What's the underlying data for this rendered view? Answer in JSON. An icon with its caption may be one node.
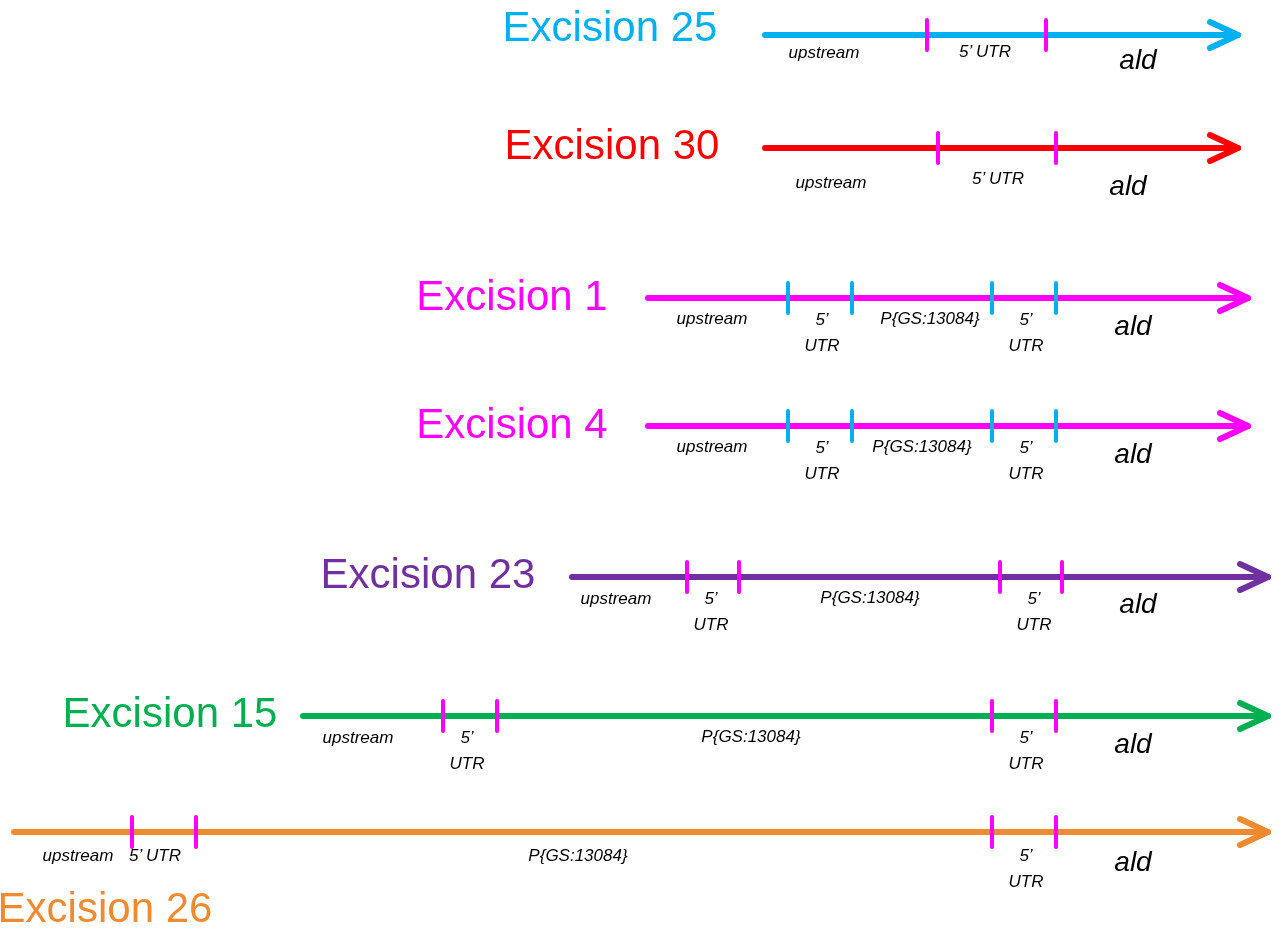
{
  "diagram": {
    "labels": [
      "Excision 25",
      "upstream",
      "5’ UTR",
      "ald",
      "Excision 30",
      "upstream",
      "5’ UTR",
      "ald",
      "Excision 1",
      "upstream",
      "5’ UTR",
      "P{GS:13084}",
      "5’ UTR",
      "ald",
      "Excision 4",
      "upstream",
      "5’ UTR",
      "P{GS:13084}",
      "5’ UTR",
      "ald",
      "Excision 23",
      "upstream",
      "5’ UTR",
      "P{GS:13084}",
      "5’ UTR",
      "ald",
      "Excision 15",
      "upstream",
      "5’ UTR",
      "P{GS:13084}",
      "5’ UTR",
      "ald",
      "upstream",
      "5’ UTR",
      "P{GS:13084}",
      "5’ UTR",
      "ald",
      "Excision 26"
    ]
  }
}
